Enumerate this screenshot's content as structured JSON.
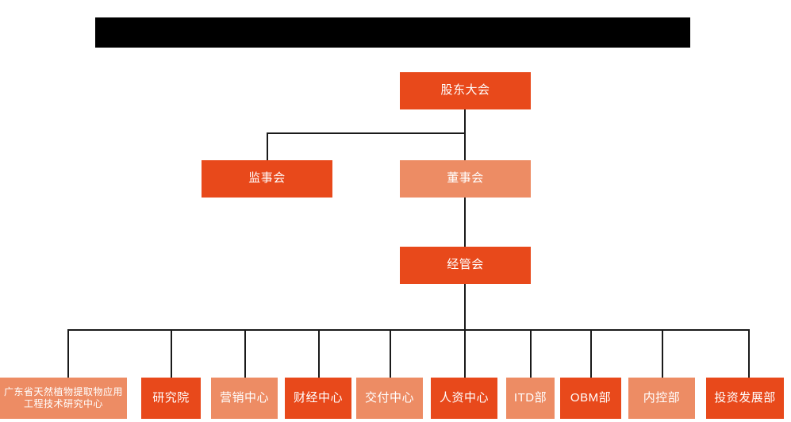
{
  "diagram": {
    "type": "org-chart",
    "title_bar": {
      "redacted": true,
      "label": ""
    },
    "colors": {
      "primary_dark_orange": "#E8491B",
      "secondary_light_orange": "#ED8C64",
      "connector": "#1A1A1A",
      "background": "#FFFFFF",
      "redaction": "#000000",
      "text": "#FFFFFF"
    },
    "levels": [
      {
        "level": 1,
        "nodes": [
          {
            "id": "shareholders",
            "label": "股东大会",
            "color": "dark"
          }
        ]
      },
      {
        "level": 2,
        "nodes": [
          {
            "id": "supervisors",
            "label": "监事会",
            "color": "dark"
          },
          {
            "id": "directors",
            "label": "董事会",
            "color": "light"
          }
        ]
      },
      {
        "level": 3,
        "nodes": [
          {
            "id": "management",
            "label": "经管会",
            "color": "dark"
          }
        ]
      },
      {
        "level": 4,
        "nodes": [
          {
            "id": "research-center",
            "label": "广东省天然植物提取物应用工程技术研究中心",
            "color": "light"
          },
          {
            "id": "institute",
            "label": "研究院",
            "color": "dark"
          },
          {
            "id": "marketing-center",
            "label": "营销中心",
            "color": "light"
          },
          {
            "id": "finance-center",
            "label": "财经中心",
            "color": "dark"
          },
          {
            "id": "delivery-center",
            "label": "交付中心",
            "color": "light"
          },
          {
            "id": "hr-center",
            "label": "人资中心",
            "color": "dark"
          },
          {
            "id": "itd-dept",
            "label": "ITD部",
            "color": "light"
          },
          {
            "id": "obm-dept",
            "label": "OBM部",
            "color": "dark"
          },
          {
            "id": "internal-control-dept",
            "label": "内控部",
            "color": "light"
          },
          {
            "id": "investment-development-dept",
            "label": "投资发展部",
            "color": "dark"
          }
        ]
      }
    ]
  }
}
